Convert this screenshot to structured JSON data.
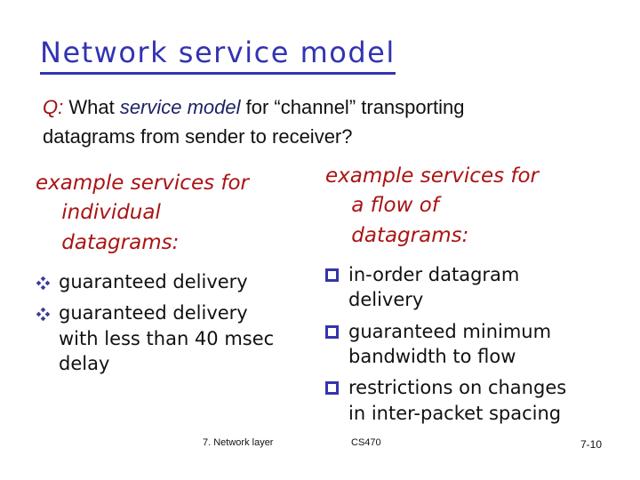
{
  "slide": {
    "title": "Network service model",
    "question": {
      "label": "Q:",
      "lead": " What ",
      "emphasis": "service model",
      "rest": " for “channel” transporting\ndatagrams from sender to receiver?"
    },
    "left_column": {
      "heading": "example services for\n    individual\n    datagrams:",
      "bullets": [
        "guaranteed delivery",
        "guaranteed delivery\nwith less than 40 msec\ndelay"
      ]
    },
    "right_column": {
      "heading": "example services for\n    a flow of\n    datagrams:",
      "bullets": [
        "in-order datagram\ndelivery",
        "guaranteed minimum\nbandwidth to flow",
        "restrictions on changes\nin inter-packet spacing"
      ]
    },
    "footer": {
      "section": "7. Network layer",
      "course": "CS470",
      "page_number": "7-10"
    },
    "colors": {
      "title_blue": "#3333B2",
      "heading_red": "#AA1414",
      "question_red": "#A01010",
      "emphasis_navy": "#1E2366",
      "body_black": "#111111",
      "bullet_marker_blue": "#3D3D99",
      "square_bullet_blue": "#3434A8"
    }
  }
}
